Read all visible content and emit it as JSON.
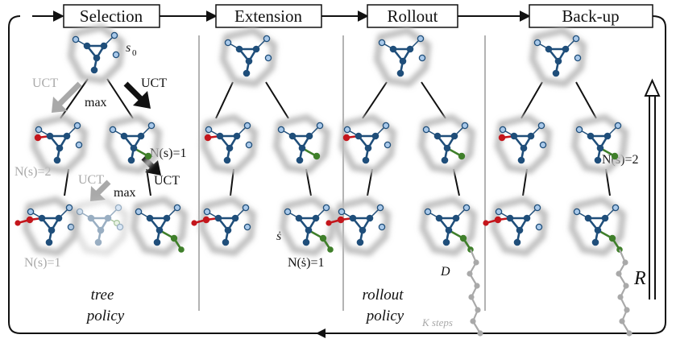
{
  "stages": [
    "Selection",
    "Extension",
    "Rollout",
    "Back-up"
  ],
  "labels": {
    "s0": "s",
    "s0_sub": "0",
    "uct": "UCT",
    "max": "max",
    "n_s_eq_2": "N(s)=2",
    "n_s_eq_1": "N(s)=1",
    "n_sdot_eq_1": "N(ṡ)=1",
    "s_dot": "ṡ",
    "d": "D",
    "k_steps": "K steps",
    "r": "R"
  },
  "policies": {
    "tree": [
      "tree",
      "policy"
    ],
    "rollout": [
      "rollout",
      "policy"
    ]
  },
  "colors": {
    "node_blue": "#1f4e7a",
    "light_node": "#a9c9ea",
    "red": "#c4161c",
    "green": "#3f7f2a",
    "gray": "#a9a9a9",
    "line": "#111111"
  },
  "icons": [
    "molecule-icon",
    "arrow-icon"
  ]
}
